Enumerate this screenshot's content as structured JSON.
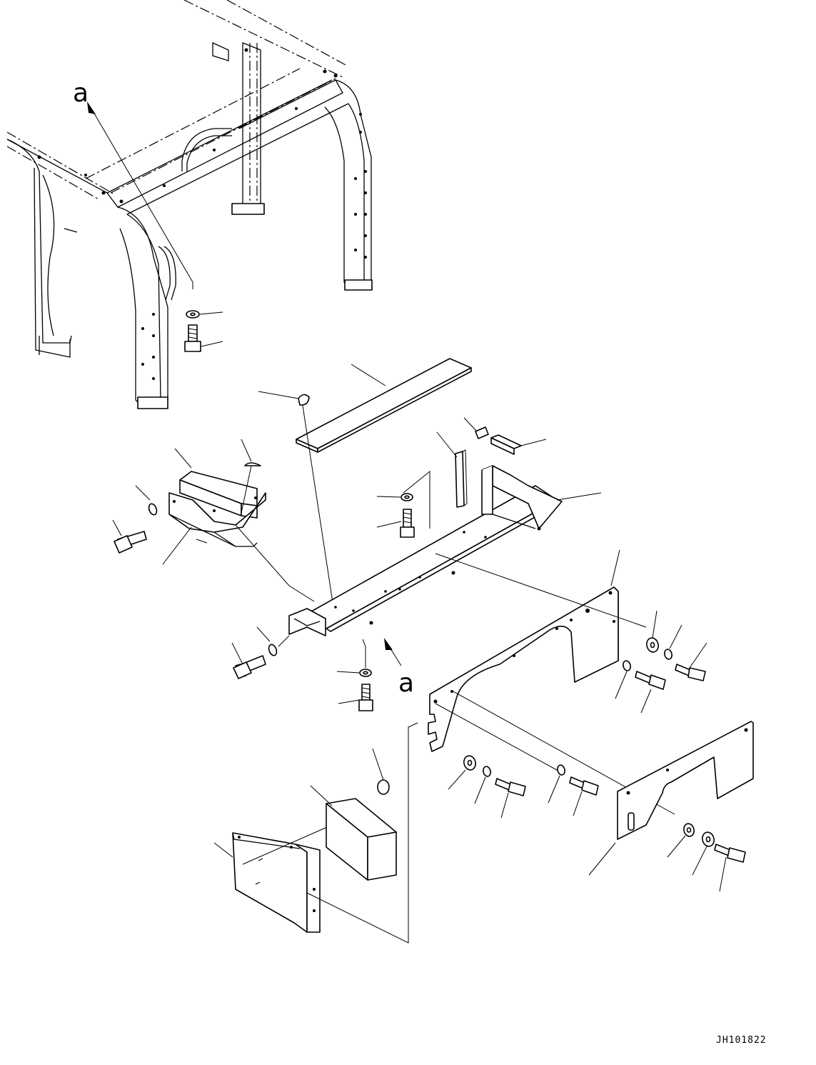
{
  "diagram": {
    "view_marker_top": "a",
    "view_marker_bottom": "a",
    "drawing_code": "JH101822"
  }
}
